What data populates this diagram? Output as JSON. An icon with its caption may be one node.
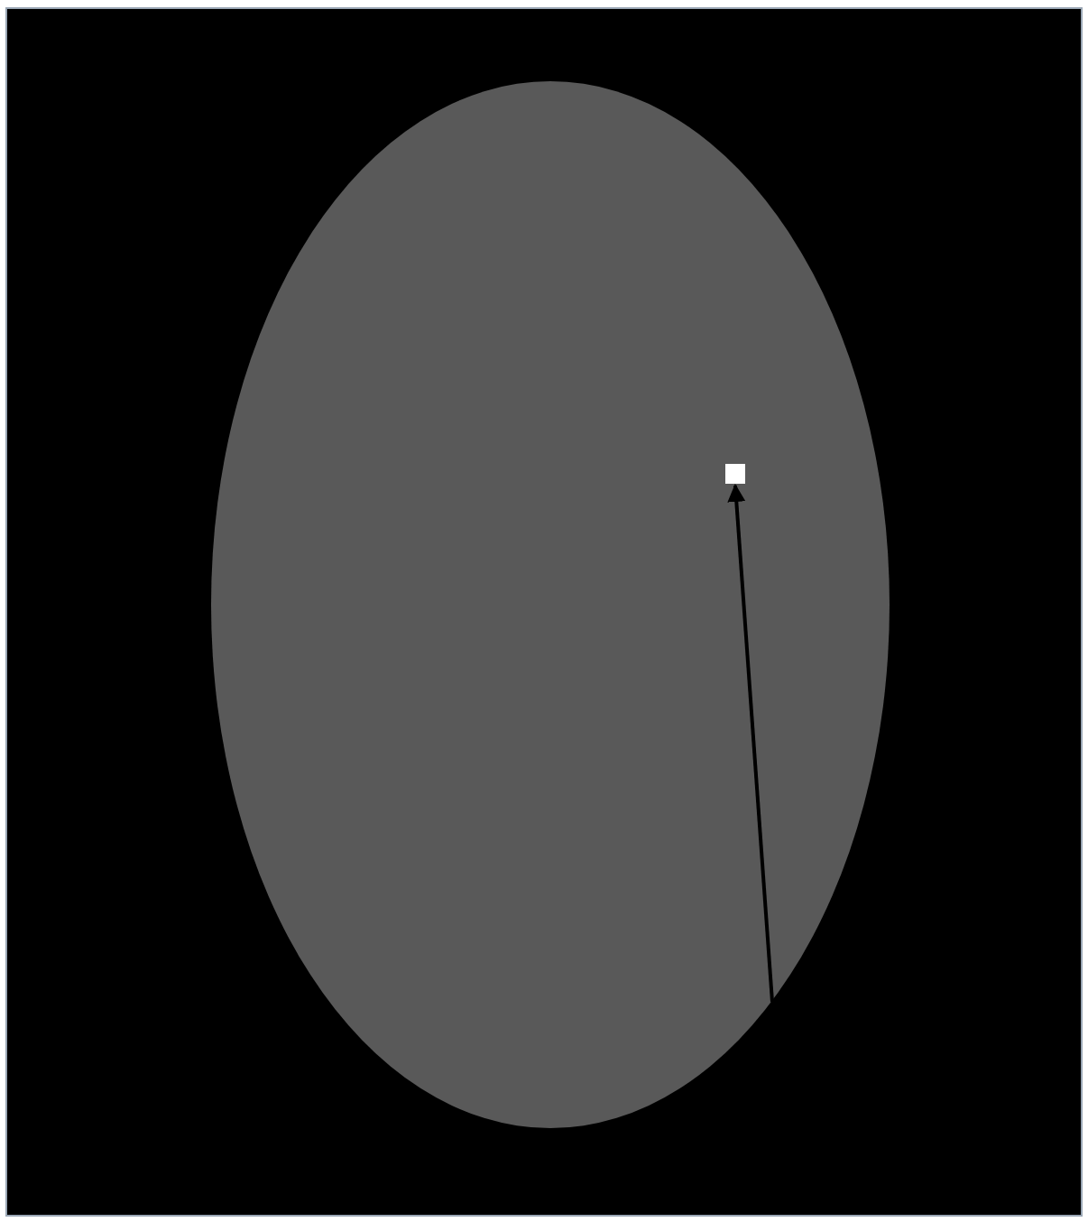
{
  "diagram": {
    "nodes": [
      {
        "text": [],
        "shape": "ellipse"
      },
      {
        "text": [],
        "shape": "box",
        "in": 0
      }
    ],
    "edges": [
      {
        "from": null,
        "to": 1,
        "arrow": "to"
      }
    ]
  }
}
